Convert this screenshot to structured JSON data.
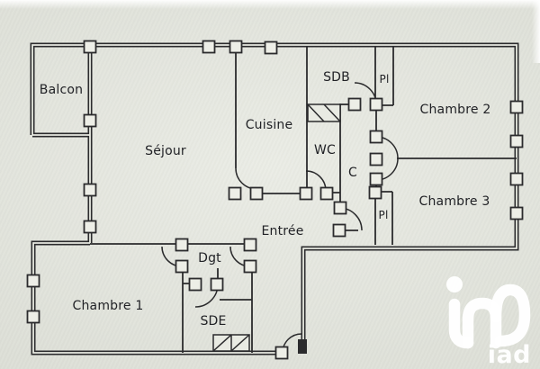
{
  "plan": {
    "title": "apartment-floor-plan",
    "rooms": [
      {
        "id": "balcon",
        "label": "Balcon"
      },
      {
        "id": "sejour",
        "label": "Séjour"
      },
      {
        "id": "cuisine",
        "label": "Cuisine"
      },
      {
        "id": "sdb",
        "label": "SDB"
      },
      {
        "id": "pl-top",
        "label": "Pl"
      },
      {
        "id": "chambre-2",
        "label": "Chambre 2"
      },
      {
        "id": "wc",
        "label": "WC"
      },
      {
        "id": "c",
        "label": "C"
      },
      {
        "id": "chambre-3",
        "label": "Chambre 3"
      },
      {
        "id": "pl-bottom",
        "label": "Pl"
      },
      {
        "id": "entree",
        "label": "Entrée"
      },
      {
        "id": "dgt",
        "label": "Dgt"
      },
      {
        "id": "chambre-1",
        "label": "Chambre 1"
      },
      {
        "id": "sde",
        "label": "SDE"
      }
    ],
    "branding": {
      "logo_text": "iad"
    },
    "colors": {
      "paper": "#e9ebe3",
      "line": "#2b2b2d",
      "logo": "#ffffff"
    }
  }
}
